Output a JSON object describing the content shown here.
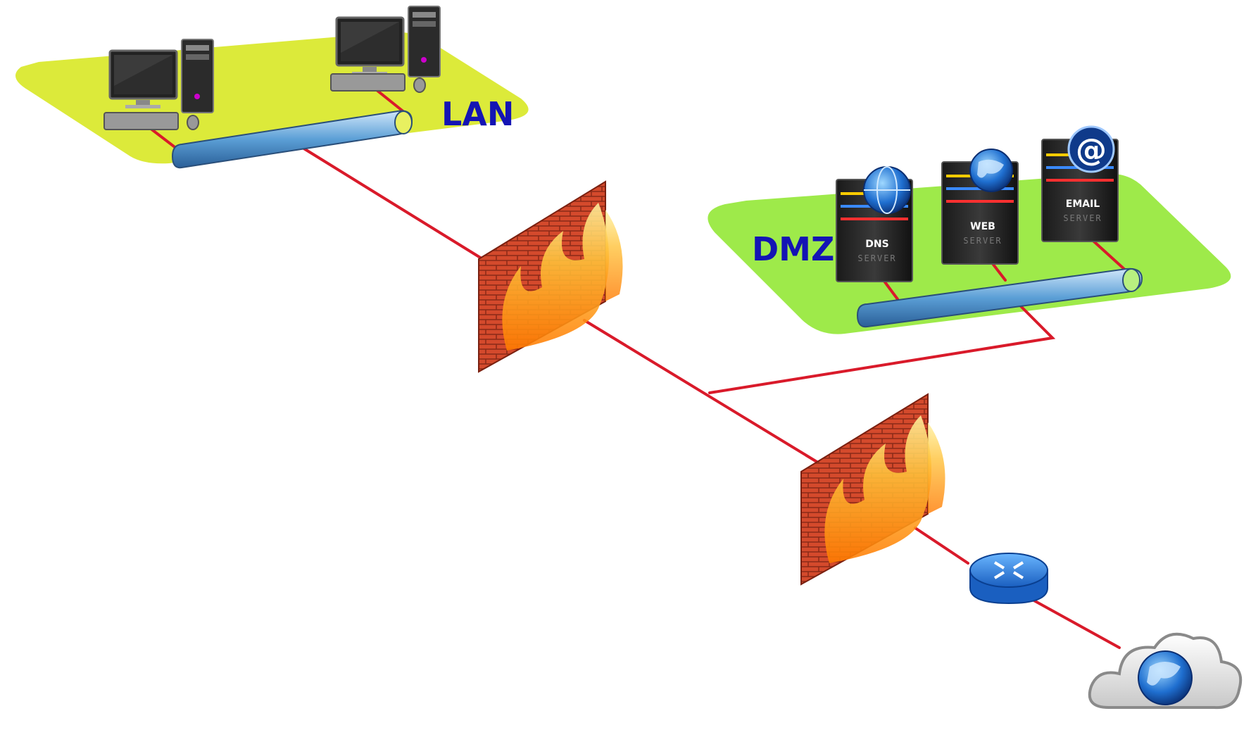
{
  "zones": {
    "lan": {
      "label": "LAN",
      "color": "#dcea3a",
      "label_color": "#1414b4"
    },
    "dmz": {
      "label": "DMZ",
      "color": "#9eea4a",
      "label_color": "#1414b4"
    }
  },
  "servers": [
    {
      "id": "dns",
      "label": "DNS",
      "sub": "SERVER",
      "badge": "globe-icon"
    },
    {
      "id": "web",
      "label": "WEB",
      "sub": "SERVER",
      "badge": "globe-icon"
    },
    {
      "id": "email",
      "label": "EMAIL",
      "sub": "SERVER",
      "badge": "at-icon",
      "badge_text": "@"
    }
  ],
  "devices": {
    "workstations": [
      "desktop-computer-icon",
      "desktop-computer-icon"
    ],
    "firewalls": [
      "firewall-icon",
      "firewall-icon"
    ],
    "router": "router-icon",
    "internet": "cloud-icon"
  },
  "colors": {
    "link": "#d91a2a",
    "bus": "#5b9fd6",
    "brick": "#d9482a",
    "flame": "#ffb020",
    "router": "#2a78d0"
  }
}
